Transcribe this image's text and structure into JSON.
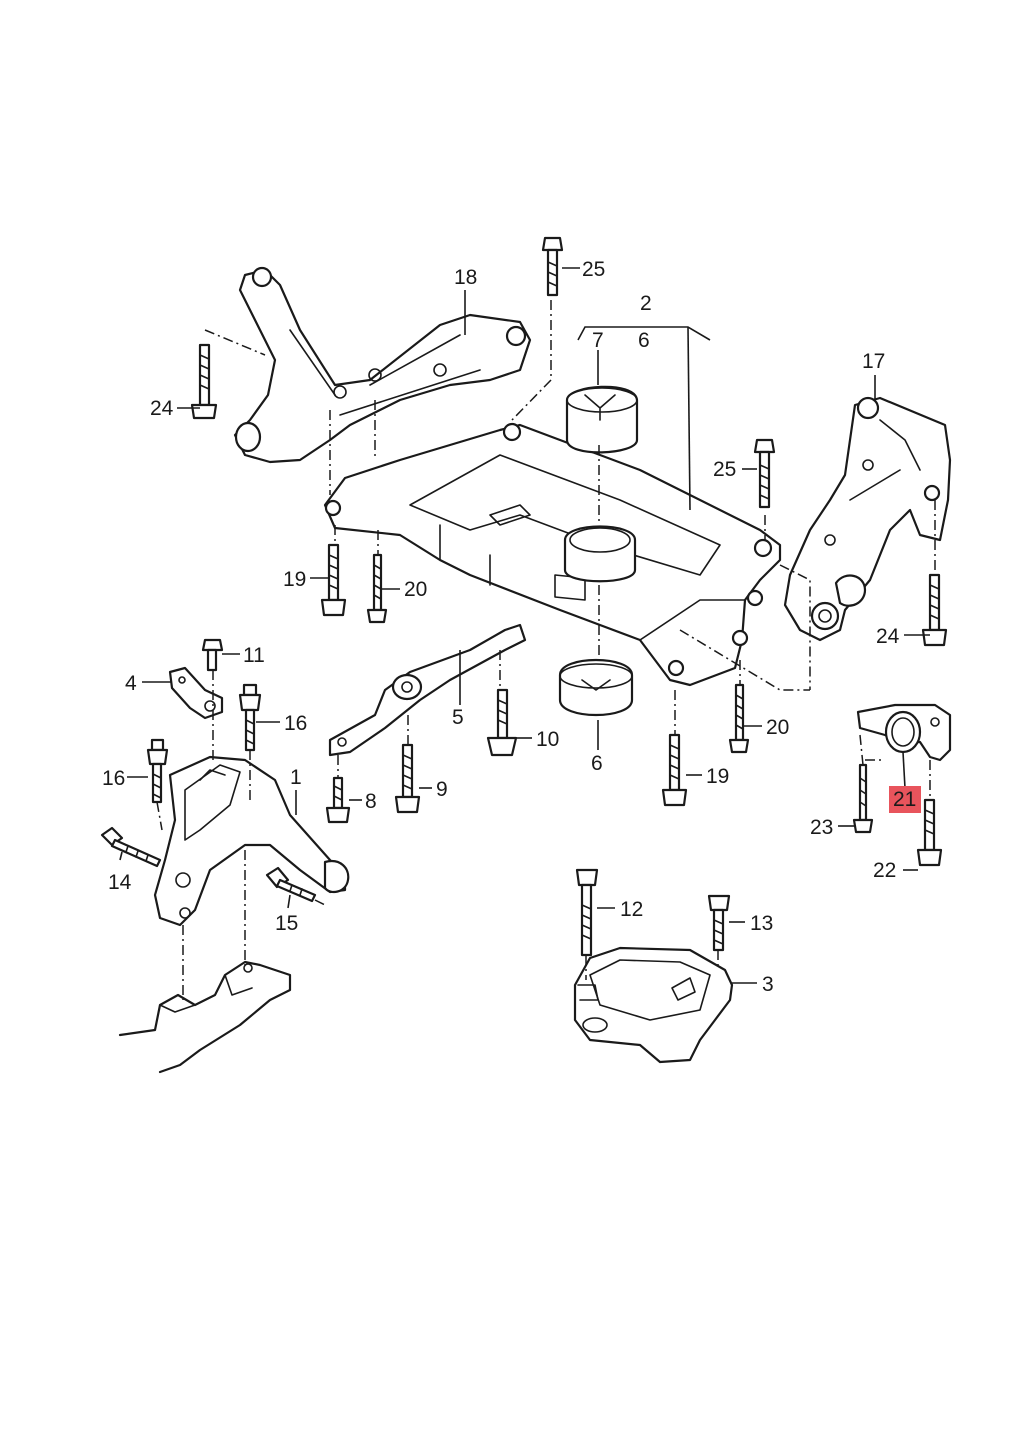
{
  "diagram": {
    "highlight_color": "#e8545c",
    "callouts": [
      {
        "key": "c2",
        "text": "2"
      },
      {
        "key": "c6a",
        "text": "6"
      },
      {
        "key": "c7",
        "text": "7"
      },
      {
        "key": "c25a",
        "text": "25"
      },
      {
        "key": "c18",
        "text": "18"
      },
      {
        "key": "c24a",
        "text": "24"
      },
      {
        "key": "c17",
        "text": "17"
      },
      {
        "key": "c25b",
        "text": "25"
      },
      {
        "key": "c19a",
        "text": "19"
      },
      {
        "key": "c20a",
        "text": "20"
      },
      {
        "key": "c24b",
        "text": "24"
      },
      {
        "key": "c11",
        "text": "11"
      },
      {
        "key": "c4",
        "text": "4"
      },
      {
        "key": "c16a",
        "text": "16"
      },
      {
        "key": "c5",
        "text": "5"
      },
      {
        "key": "c10",
        "text": "10"
      },
      {
        "key": "c20b",
        "text": "20"
      },
      {
        "key": "c16b",
        "text": "16"
      },
      {
        "key": "c1",
        "text": "1"
      },
      {
        "key": "c6b",
        "text": "6"
      },
      {
        "key": "c19b",
        "text": "19"
      },
      {
        "key": "c9",
        "text": "9"
      },
      {
        "key": "c8",
        "text": "8"
      },
      {
        "key": "c21",
        "text": "21",
        "highlighted": true
      },
      {
        "key": "c23",
        "text": "23"
      },
      {
        "key": "c14",
        "text": "14"
      },
      {
        "key": "c22",
        "text": "22"
      },
      {
        "key": "c15",
        "text": "15"
      },
      {
        "key": "c12",
        "text": "12"
      },
      {
        "key": "c13",
        "text": "13"
      },
      {
        "key": "c3",
        "text": "3"
      }
    ]
  }
}
